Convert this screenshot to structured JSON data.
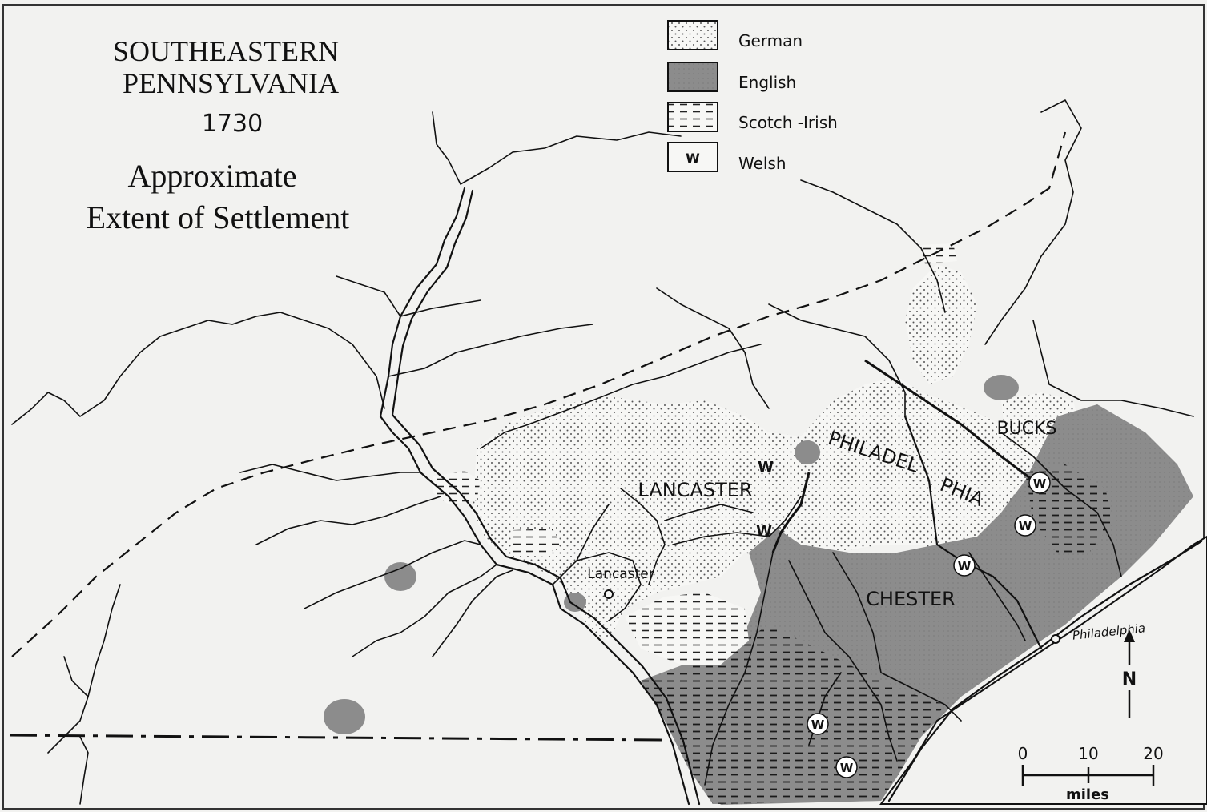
{
  "title": {
    "line1": "SOUTHEASTERN",
    "line2": "PENNSYLVANIA",
    "year": "1730",
    "subtitle_line1": "Approximate",
    "subtitle_line2": "Extent of Settlement"
  },
  "legend": [
    {
      "label": "German",
      "pattern": "dots"
    },
    {
      "label": "English",
      "pattern": "gray"
    },
    {
      "label": "Scotch -Irish",
      "pattern": "dashes"
    },
    {
      "label": "Welsh",
      "pattern": "w",
      "symbol": "W"
    }
  ],
  "counties": {
    "lancaster": "LANCASTER",
    "chester": "CHESTER",
    "philadelphia_part1": "PHILADEL",
    "philadelphia_part2": "PHIA",
    "bucks": "BUCKS"
  },
  "towns": {
    "lancaster": "Lancaster",
    "philadelphia": "Philadelphia"
  },
  "welsh_marker": "W",
  "north_arrow": "N",
  "scale": {
    "ticks": [
      "0",
      "10",
      "20"
    ],
    "unit": "miles"
  },
  "colors": {
    "background": "#f2f2f0",
    "english_fill": "#8c8c8c",
    "ink": "#111111"
  }
}
